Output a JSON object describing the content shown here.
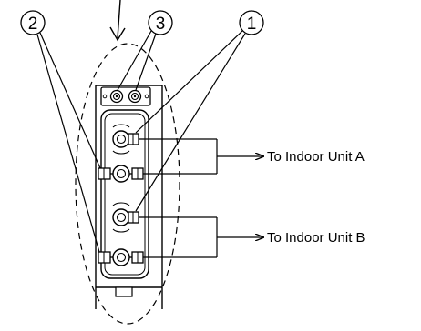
{
  "colors": {
    "line": "#000000",
    "background": "#ffffff"
  },
  "callouts": [
    {
      "id": "callout-1",
      "label": "1"
    },
    {
      "id": "callout-2",
      "label": "2"
    },
    {
      "id": "callout-3",
      "label": "3"
    }
  ],
  "destinations": {
    "unit_a": "To Indoor Unit A",
    "unit_b": "To Indoor Unit B"
  }
}
